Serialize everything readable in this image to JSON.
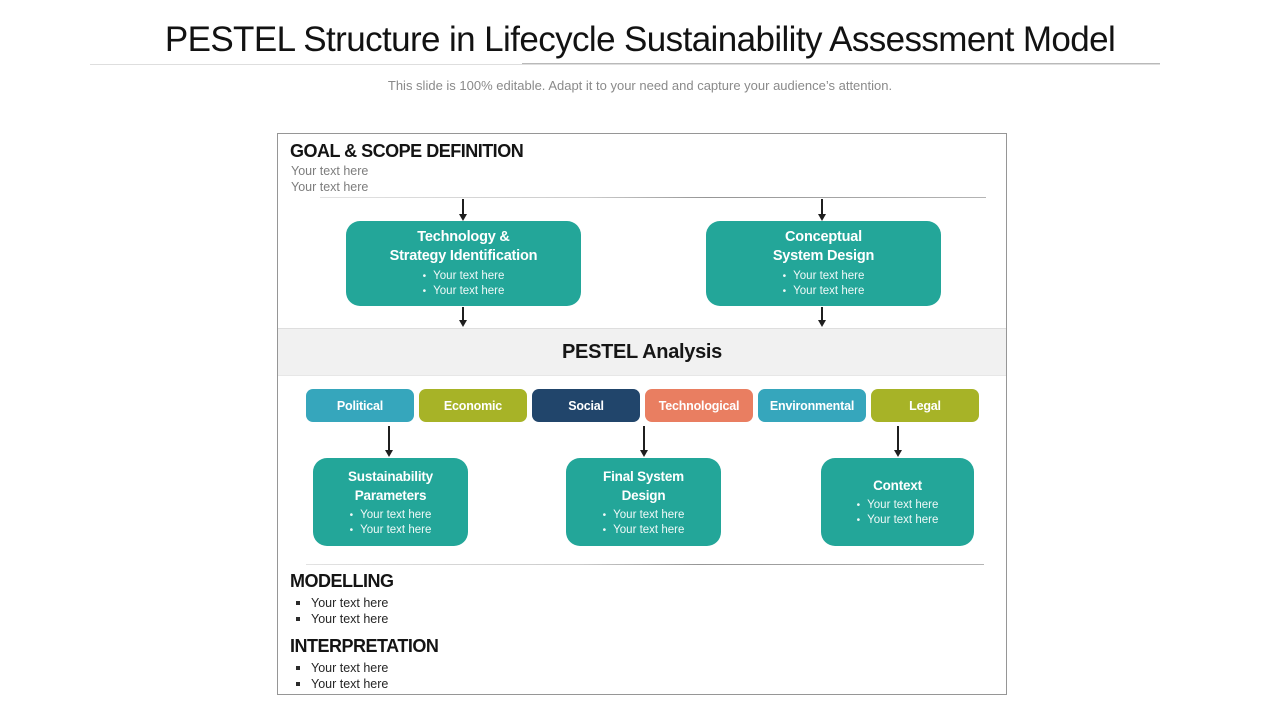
{
  "slide": {
    "title": "PESTEL Structure in Lifecycle Sustainability Assessment Model",
    "subtitle": "This slide is 100% editable. Adapt it to your need and capture your audience’s attention."
  },
  "colors": {
    "teal": "#23A699",
    "cyan": "#36A6BC",
    "olive": "#A7B327",
    "navy": "#21456B",
    "salmon": "#E97E61",
    "band_bg": "#F1F1F1"
  },
  "goal_section": {
    "heading": "GOAL & SCOPE DEFINITION",
    "lines": [
      "Your text here",
      "Your text here"
    ]
  },
  "top_boxes": [
    {
      "title_line1": "Technology &",
      "title_line2": "Strategy Identification",
      "bullets": [
        "Your text here",
        "Your text here"
      ]
    },
    {
      "title_line1": "Conceptual",
      "title_line2": "System Design",
      "bullets": [
        "Your text here",
        "Your text here"
      ]
    }
  ],
  "band_title": "PESTEL Analysis",
  "pestel_buttons": [
    {
      "label": "Political",
      "color": "#36A6BC"
    },
    {
      "label": "Economic",
      "color": "#A7B327"
    },
    {
      "label": "Social",
      "color": "#21456B"
    },
    {
      "label": "Technological",
      "color": "#E97E61"
    },
    {
      "label": "Environmental",
      "color": "#36A6BC"
    },
    {
      "label": "Legal",
      "color": "#A7B327"
    }
  ],
  "bottom_boxes": [
    {
      "title_line1": "Sustainability",
      "title_line2": "Parameters",
      "bullets": [
        "Your text here",
        "Your text here"
      ]
    },
    {
      "title_line1": "Final System",
      "title_line2": "Design",
      "bullets": [
        "Your text here",
        "Your text here"
      ]
    },
    {
      "title_line1": "Context",
      "bullets": [
        "Your text here",
        "Your text here"
      ]
    }
  ],
  "modelling_section": {
    "heading": "MODELLING",
    "bullets": [
      "Your text here",
      "Your text here"
    ]
  },
  "interpretation_section": {
    "heading": "INTERPRETATION",
    "bullets": [
      "Your text here",
      "Your text here"
    ]
  }
}
